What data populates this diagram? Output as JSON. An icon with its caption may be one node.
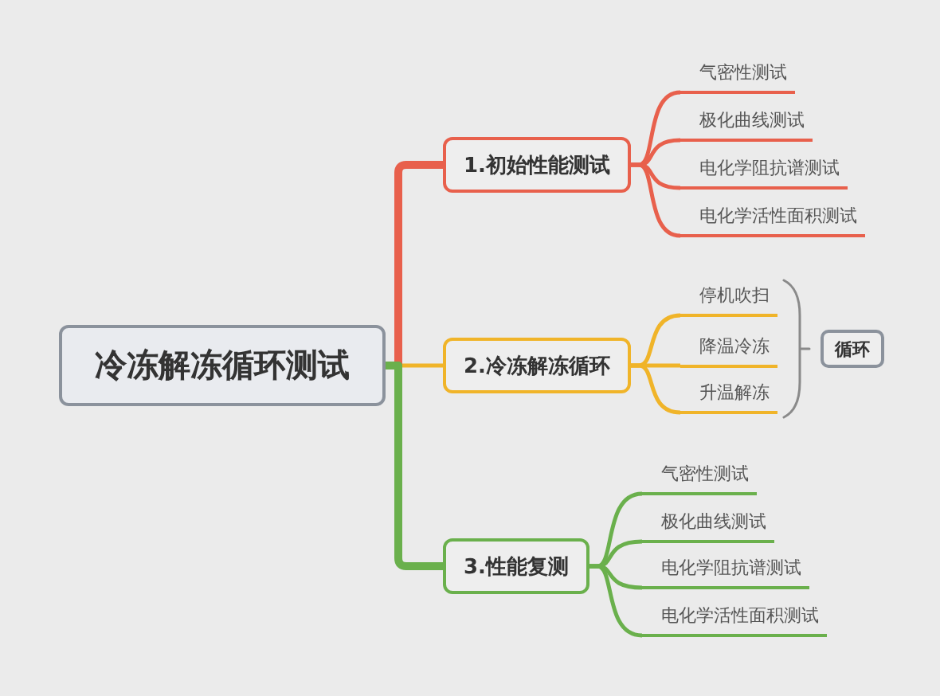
{
  "diagram": {
    "nodes": [
      {
        "text": [
          "冷冻解冻循环测试"
        ]
      },
      {
        "text": [
          "1.初始性能测试"
        ]
      },
      {
        "text": [
          "气密性测试"
        ]
      },
      {
        "text": [
          "极化曲线测试"
        ]
      },
      {
        "text": [
          "电化学阻抗谱测试"
        ]
      },
      {
        "text": [
          "电化学活性面积测试"
        ]
      },
      {
        "text": [
          "2.冷冻解冻循环"
        ]
      },
      {
        "text": [
          "停机吹扫"
        ]
      },
      {
        "text": [
          "降温冷冻"
        ]
      },
      {
        "text": [
          "升温解冻"
        ]
      },
      {
        "text": [
          "循环"
        ]
      },
      {
        "text": [
          "3.性能复测"
        ]
      },
      {
        "text": [
          "气密性测试"
        ]
      },
      {
        "text": [
          "极化曲线测试"
        ]
      },
      {
        "text": [
          "电化学阻抗谱测试"
        ]
      },
      {
        "text": [
          "电化学活性面积测试"
        ]
      }
    ],
    "edges": [
      {
        "from": 0,
        "to": 1,
        "arrow": "none",
        "style": "thick",
        "color": "#e8604c"
      },
      {
        "from": 1,
        "to": 2,
        "arrow": "none",
        "color": "#e8604c"
      },
      {
        "from": 1,
        "to": 3,
        "arrow": "none",
        "color": "#e8604c"
      },
      {
        "from": 1,
        "to": 4,
        "arrow": "none",
        "color": "#e8604c"
      },
      {
        "from": 1,
        "to": 5,
        "arrow": "none",
        "color": "#e8604c"
      },
      {
        "from": 0,
        "to": 6,
        "arrow": "none",
        "color": "#f0b429"
      },
      {
        "from": 6,
        "to": 7,
        "arrow": "none",
        "color": "#f0b429"
      },
      {
        "from": 6,
        "to": 8,
        "arrow": "none",
        "color": "#f0b429"
      },
      {
        "from": 6,
        "to": 9,
        "arrow": "none",
        "color": "#f0b429"
      },
      {
        "from": 0,
        "to": 11,
        "arrow": "none",
        "style": "thick",
        "color": "#6ab04c"
      },
      {
        "from": 11,
        "to": 12,
        "arrow": "none",
        "color": "#6ab04c"
      },
      {
        "from": 11,
        "to": 13,
        "arrow": "none",
        "color": "#6ab04c"
      },
      {
        "from": 11,
        "to": 14,
        "arrow": "none",
        "color": "#6ab04c"
      },
      {
        "from": 11,
        "to": 15,
        "arrow": "none",
        "color": "#6ab04c"
      }
    ]
  }
}
